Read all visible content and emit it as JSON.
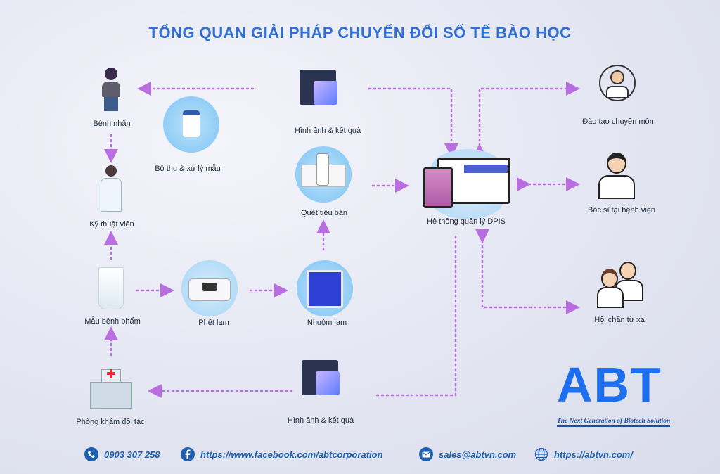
{
  "title": "TỔNG QUAN GIẢI PHÁP CHUYỂN ĐỔI SỐ TẾ BÀO HỌC",
  "nodes": {
    "patient": "Bệnh nhân",
    "sample_kit": "Bộ thu & xử lý mẫu",
    "technician": "Kỹ thuật viên",
    "specimen": "Mẫu bệnh phẩm",
    "smear": "Phết lam",
    "stain": "Nhuộm lam",
    "scan": "Quét tiêu bản",
    "results_top": "Hình ảnh & kết quả",
    "dpis": "Hệ thống quản lý DPIS",
    "training": "Đào tạo chuyên môn",
    "hospital_doctor": "Bác sĩ tại bệnh viện",
    "teleconsult": "Hội chẩn từ xa",
    "partner_clinic": "Phòng khám đối tác",
    "results_bottom": "Hình ảnh & kết quả"
  },
  "logo": {
    "text": "ABT",
    "tagline": "The Next Generation of Biotech Solution"
  },
  "footer": {
    "phone": "0903 307 258",
    "facebook": "https://www.facebook.com/abtcorporation",
    "email": "sales@abtvn.com",
    "website": "https://abtvn.com/"
  },
  "colors": {
    "title": "#2f6fd6",
    "arrow": "#b86ee0",
    "footer": "#1d5fb0",
    "logo": "#1e6ff0"
  }
}
